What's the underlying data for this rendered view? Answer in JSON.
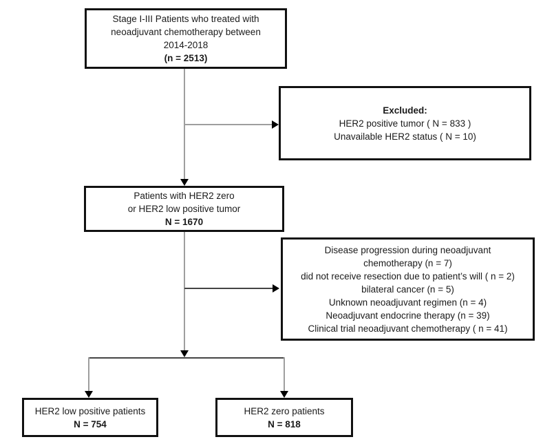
{
  "diagram": {
    "boxes": {
      "initial": {
        "lines": [
          "Stage I-III Patients who treated with",
          "neoadjuvant chemotherapy between",
          "2014-2018"
        ],
        "count": "(n = 2513)"
      },
      "excluded_her2": {
        "title": "Excluded:",
        "lines": [
          "HER2 positive tumor ( N = 833 )",
          "Unavailable HER2 status ( N = 10)"
        ]
      },
      "her2_cohort": {
        "lines": [
          "Patients with HER2 zero",
          "or HER2 low positive tumor"
        ],
        "count": "N = 1670"
      },
      "excluded_other": {
        "lines": [
          "Disease progression during neoadjuvant",
          "chemotherapy (n = 7)",
          "did not receive resection due to patient’s will ( n = 2)",
          "bilateral cancer (n = 5)",
          "Unknown neoadjuvant regimen (n = 4)",
          "Neoadjuvant endocrine therapy (n = 39)",
          "Clinical trial neoadjuvant chemotherapy ( n = 41)"
        ]
      },
      "her2_low": {
        "lines": [
          "HER2 low positive patients"
        ],
        "count": "N = 754"
      },
      "her2_zero": {
        "lines": [
          "HER2 zero patients"
        ],
        "count": "N = 818"
      }
    },
    "colors": {
      "background": "#ffffff",
      "text": "#1a1a1a",
      "box_border": "#111111",
      "line_gray": "#9e9e9e",
      "line_dark": "#444444",
      "arrowhead": "#000000"
    }
  }
}
